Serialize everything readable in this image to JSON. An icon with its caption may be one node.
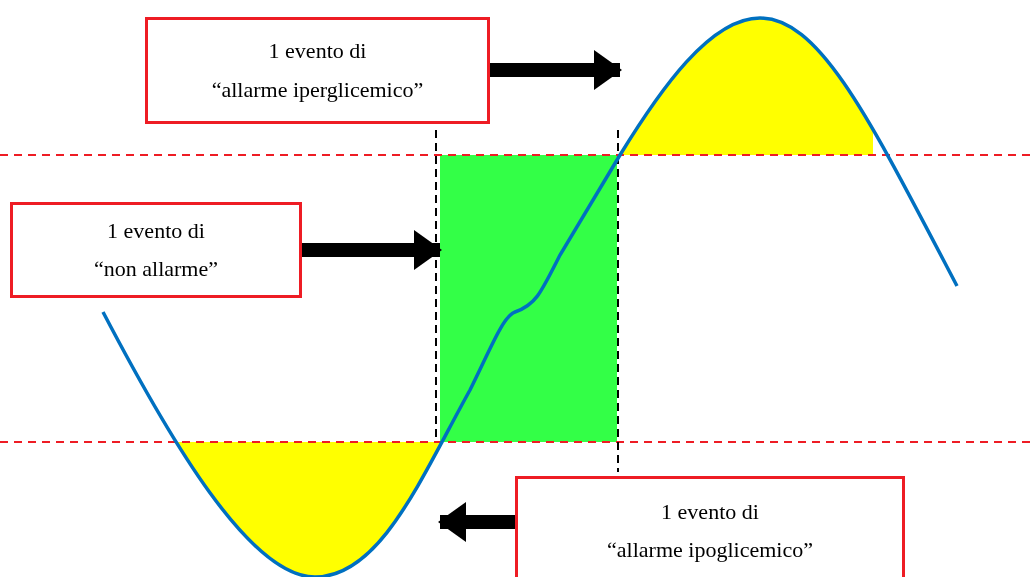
{
  "diagram": {
    "nodes": [
      {
        "text": [
          "1 evento di",
          "“allarme iperglicemico”"
        ]
      },
      {
        "text": [
          "1 evento di",
          "“non allarme”"
        ]
      },
      {
        "text": [
          "1 evento di",
          "“allarme ipoglicemico”"
        ]
      },
      {
        "text": [],
        "shape": "area"
      },
      {
        "text": [],
        "shape": "box"
      },
      {
        "text": [],
        "shape": "area"
      }
    ],
    "edges": [
      {
        "from": 0,
        "to": 3,
        "arrow": "to"
      },
      {
        "from": 1,
        "to": 4,
        "arrow": "to"
      },
      {
        "from": 2,
        "to": 5,
        "arrow": "to"
      }
    ]
  }
}
